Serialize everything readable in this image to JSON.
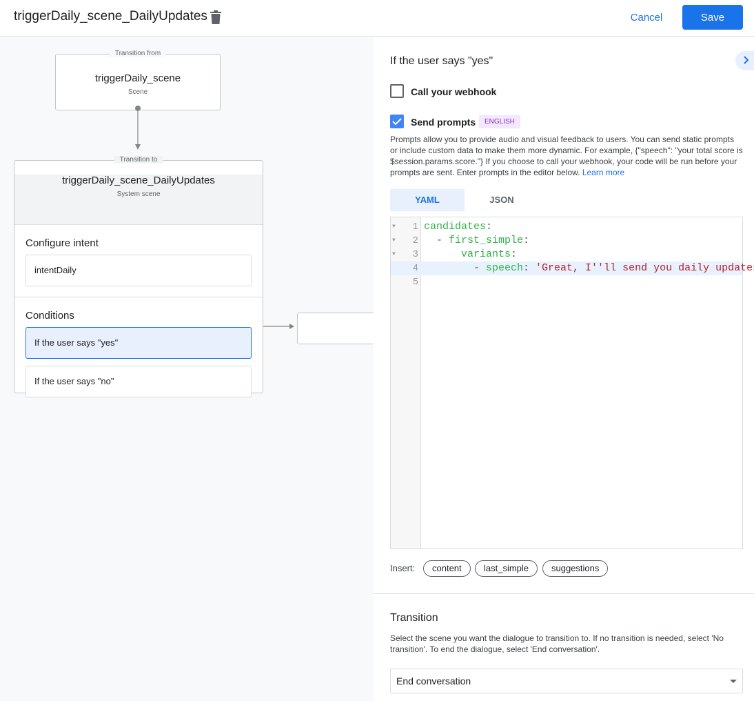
{
  "header": {
    "title": "triggerDaily_scene_DailyUpdates",
    "cancel": "Cancel",
    "save": "Save"
  },
  "canvas": {
    "from": {
      "legend": "Transition from",
      "name": "triggerDaily_scene",
      "type": "Scene"
    },
    "to": {
      "legend": "Transition to",
      "name": "triggerDaily_scene_DailyUpdates",
      "type": "System scene"
    },
    "intent_heading": "Configure intent",
    "intent": "intentDaily",
    "conditions_heading": "Conditions",
    "conditions": [
      "If the user says \"yes\"",
      "If the user says \"no\""
    ]
  },
  "panel": {
    "heading": "If the user says \"yes\"",
    "webhook": {
      "label": "Call your webhook",
      "checked": false
    },
    "prompts": {
      "label": "Send prompts",
      "checked": true,
      "badge": "ENGLISH"
    },
    "description": "Prompts allow you to provide audio and visual feedback to users. You can send static prompts or include custom data to make them more dynamic. For example, {\"speech\": \"your total score is $session.params.score.\"} If you choose to call your webhook, your code will be run before your prompts are sent. Enter prompts in the editor below.",
    "learn_more": "Learn more",
    "tabs": [
      "YAML",
      "JSON"
    ],
    "insert_label": "Insert:",
    "chips": [
      "content",
      "last_simple",
      "suggestions"
    ],
    "transition_heading": "Transition",
    "transition_desc": "Select the scene you want the dialogue to transition to. If no transition is needed, select 'No transition'. To end the dialogue, select 'End conversation'.",
    "transition_value": "End conversation"
  },
  "editor": {
    "line_numbers": [
      "1",
      "2",
      "3",
      "4",
      "5"
    ]
  },
  "colors": {
    "accent": "#1a73e8",
    "badge_bg": "#f3e8fd",
    "badge_text": "#8430ce"
  }
}
